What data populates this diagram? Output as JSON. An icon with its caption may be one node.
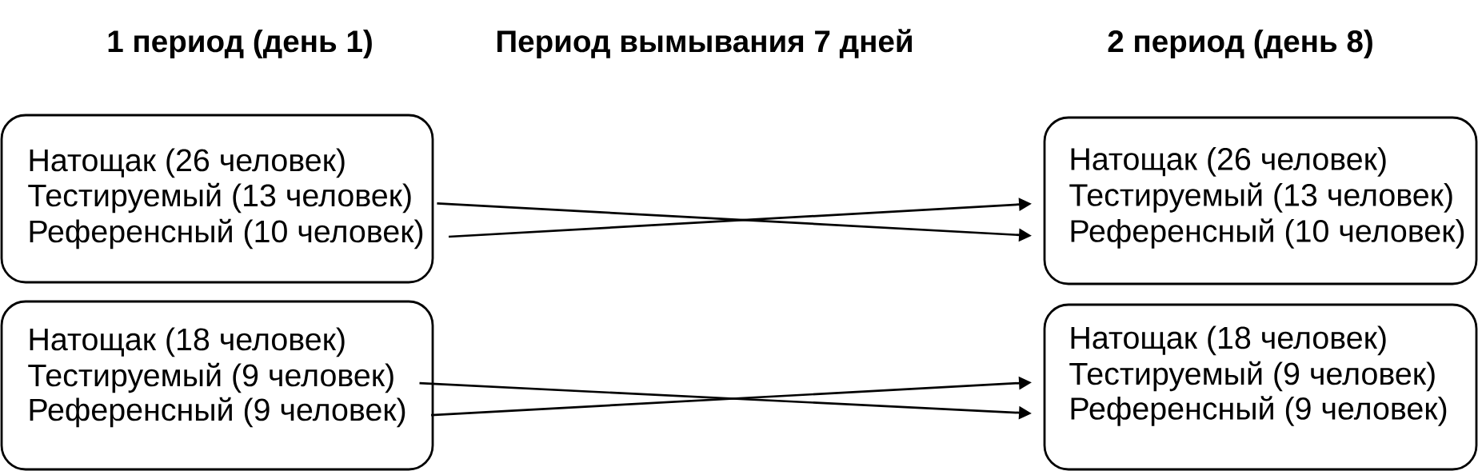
{
  "diagram": {
    "nodes": [
      {
        "text": [],
        "shape": "box"
      },
      {
        "text": [
          "Натощак (26 человек)"
        ],
        "in": 0
      },
      {
        "text": [
          "Тестируемый (13 человек)"
        ],
        "in": 0
      },
      {
        "text": [
          "Референсный (10 человек)"
        ],
        "in": 0
      },
      {
        "text": [],
        "shape": "box"
      },
      {
        "text": [
          "Натощак (26 человек)"
        ],
        "in": 4
      },
      {
        "text": [
          "Тестируемый (13 человек)"
        ],
        "in": 4
      },
      {
        "text": [
          "Референсный (10 человек)"
        ],
        "in": 4
      },
      {
        "text": [],
        "shape": "box"
      },
      {
        "text": [
          "Натощак (18 человек)"
        ],
        "in": 8
      },
      {
        "text": [
          "Тестируемый (9 человек)"
        ],
        "in": 8
      },
      {
        "text": [
          "Референсный (9 человек)"
        ],
        "in": 8
      },
      {
        "text": [],
        "shape": "box"
      },
      {
        "text": [
          "Натощак (18 человек)"
        ],
        "in": 12
      },
      {
        "text": [
          "Тестируемый (9 человек)"
        ],
        "in": 12
      },
      {
        "text": [
          "Референсный (9 человек)"
        ],
        "in": 12
      }
    ],
    "edges": [
      {
        "from": 2,
        "to": 7,
        "arrow": "to"
      },
      {
        "from": 3,
        "to": 6,
        "arrow": "to"
      },
      {
        "from": 10,
        "to": 15,
        "arrow": "to"
      },
      {
        "from": 11,
        "to": 14,
        "arrow": "to"
      }
    ],
    "labels": [
      "1 период (день 1)",
      "Период вымывания 7 дней",
      "2 период (день 8)"
    ]
  }
}
